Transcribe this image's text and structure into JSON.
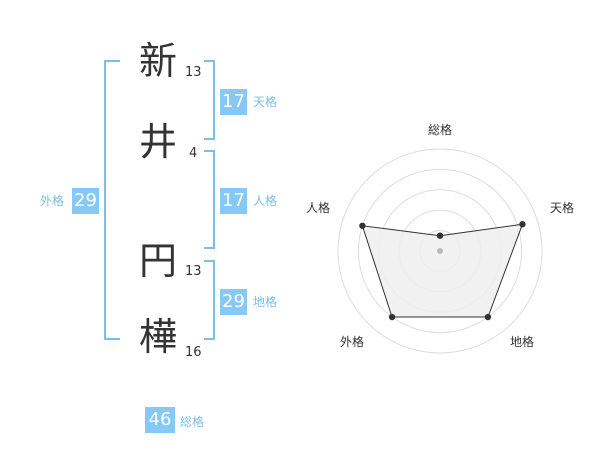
{
  "name": {
    "chars": [
      {
        "char": "新",
        "strokes": "13"
      },
      {
        "char": "井",
        "strokes": "4"
      },
      {
        "char": "円",
        "strokes": "13"
      },
      {
        "char": "樺",
        "strokes": "16"
      }
    ]
  },
  "kakusu": {
    "tenkaku": {
      "value": "17",
      "label": "天格"
    },
    "jinkaku": {
      "value": "17",
      "label": "人格"
    },
    "chikaku": {
      "value": "29",
      "label": "地格"
    },
    "gaikaku": {
      "value": "29",
      "label": "外格"
    },
    "soukaku": {
      "value": "46",
      "label": "総格"
    }
  },
  "radar": {
    "axes": [
      "総格",
      "天格",
      "地格",
      "外格",
      "人格"
    ],
    "levels": [
      0.15,
      0.85,
      0.8,
      0.8,
      0.8
    ],
    "rings": 5,
    "colors": {
      "fill": "#eeeeee",
      "stroke": "#333333",
      "ring": "#dddddd",
      "point": "#333333",
      "center": "#bbbbbb"
    }
  },
  "colors": {
    "accent": "#86c9f6",
    "bracket": "#7abfe9",
    "text": "#333333"
  }
}
